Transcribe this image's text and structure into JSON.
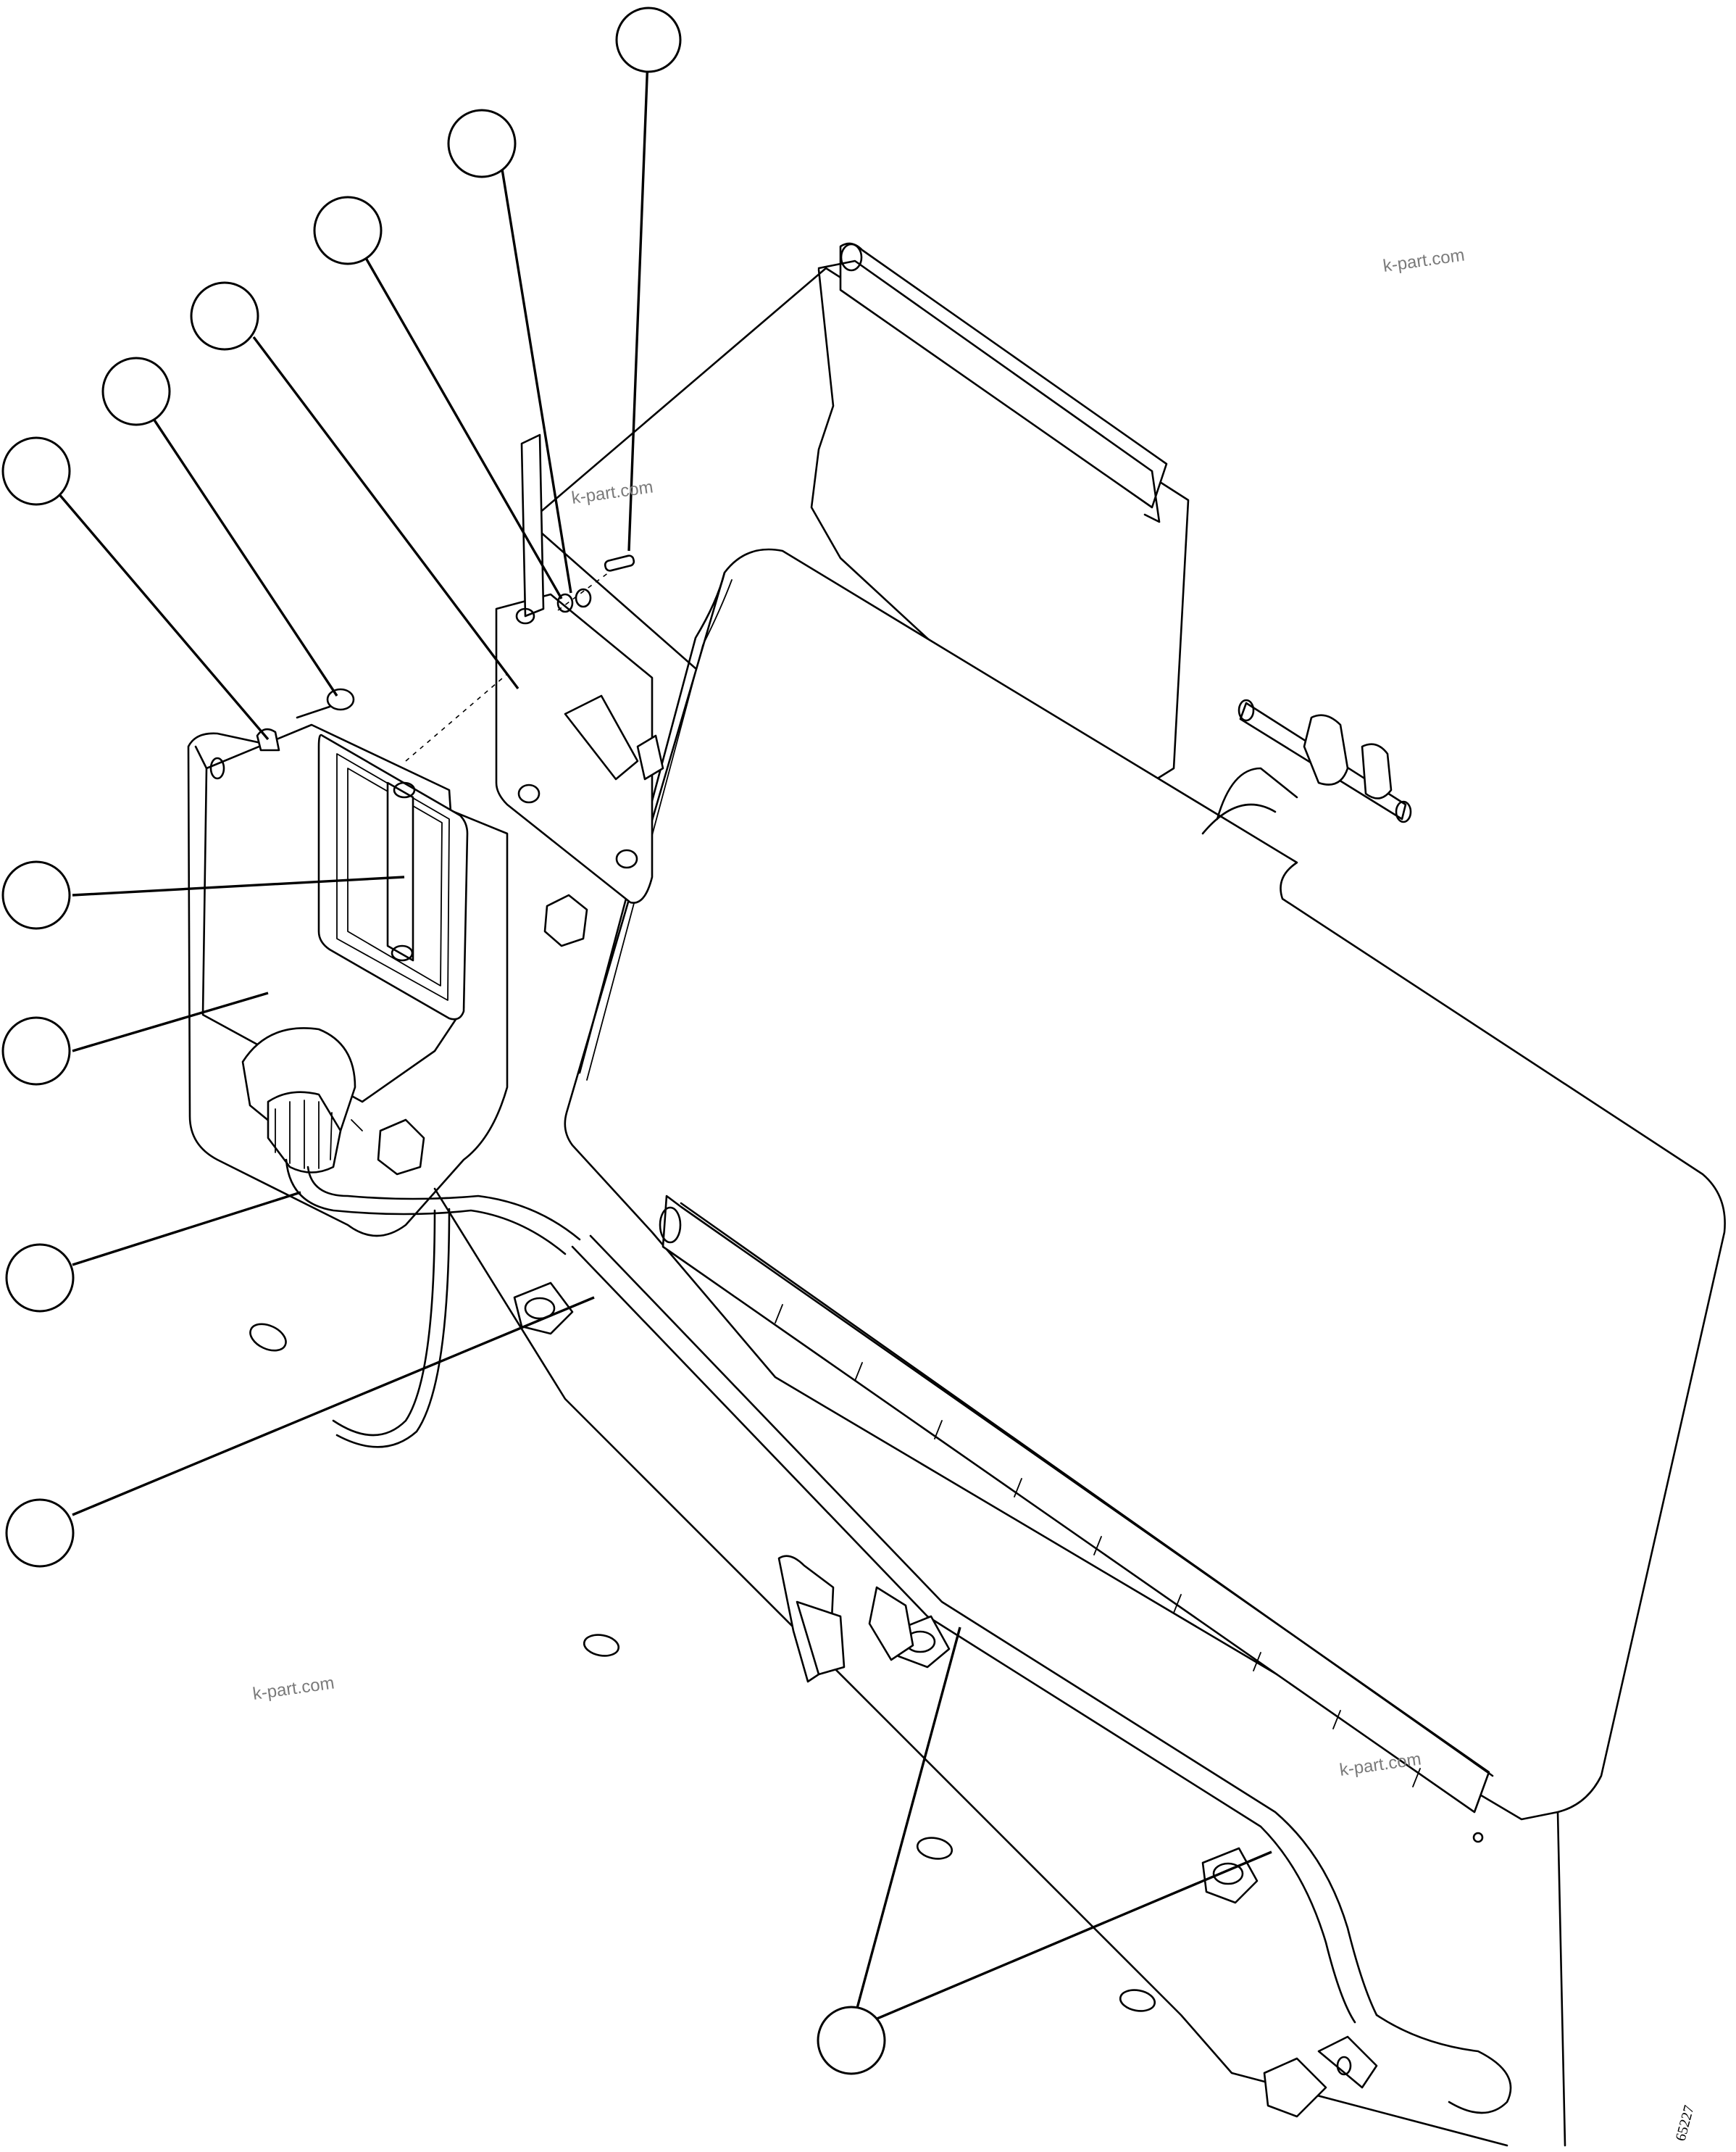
{
  "watermarks": [
    "k-part.com",
    "k-part.com",
    "k-part.com",
    "k-part.com"
  ],
  "figure_number": "65227",
  "callouts": [
    {
      "id": "c1"
    },
    {
      "id": "c2"
    },
    {
      "id": "c3"
    },
    {
      "id": "c4"
    },
    {
      "id": "c5"
    },
    {
      "id": "c6"
    },
    {
      "id": "c7"
    },
    {
      "id": "c8"
    },
    {
      "id": "c9"
    },
    {
      "id": "c10"
    },
    {
      "id": "c11"
    },
    {
      "id": "c12"
    }
  ]
}
